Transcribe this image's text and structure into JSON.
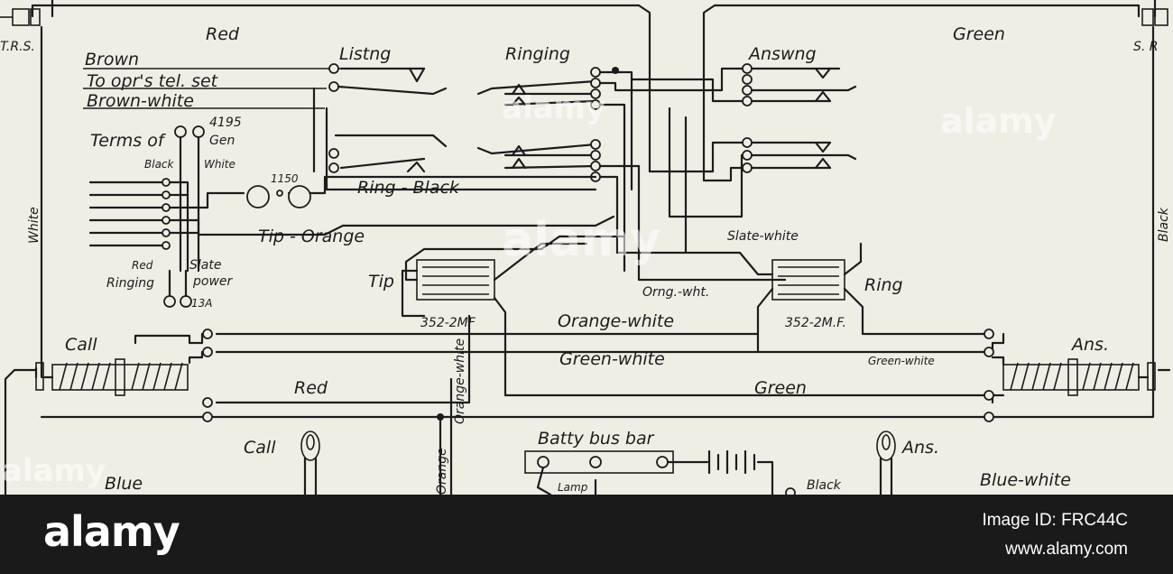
{
  "labels": {
    "trs": "T.R.S.",
    "sr": "S. R",
    "red_top": "Red",
    "brown": "Brown",
    "to_opr": "To opr's tel. set",
    "brown_white": "Brown-white",
    "terms_of": "Terms of",
    "n4195": "4195",
    "gen": "Gen",
    "black": "Black",
    "white_small": "White",
    "n1150": "1150",
    "ring_black": "Ring - Black",
    "tip_orange": "Tip - Orange",
    "red_small": "Red",
    "slate": "Slate",
    "ringing_small": "Ringing",
    "power": "power",
    "n13a": "13A",
    "listing": "Listng",
    "ringing": "Ringing",
    "answering": "Answng",
    "green_top": "Green",
    "slate_white": "Slate-white",
    "tip": "Tip",
    "ring": "Ring",
    "cap_left": "352-2MF",
    "cap_right": "352-2M.F.",
    "orng_wht": "Orng.-wht.",
    "orange_white": "Orange-white",
    "green_white": "Green-white",
    "green_white_r": "Green-white",
    "orange_white_v": "Orange-white",
    "orange_v": "Orange",
    "call": "Call",
    "ans": "Ans.",
    "red_mid": "Red",
    "green_mid": "Green",
    "call_lamp": "Call",
    "ans_lamp": "Ans.",
    "blue": "Blue",
    "blue_white": "Blue-white",
    "batt_bus": "Batty bus bar",
    "lamp": "Lamp",
    "black_bottom": "Black",
    "white_v": "White",
    "black_v": "Black"
  },
  "watermark": {
    "brand": "alamy",
    "left": "alamy",
    "mid": "alamy",
    "right": "alamy"
  },
  "footer": {
    "logo": "alamy",
    "image_id": "Image ID: FRC44C",
    "url": "www.alamy.com"
  }
}
